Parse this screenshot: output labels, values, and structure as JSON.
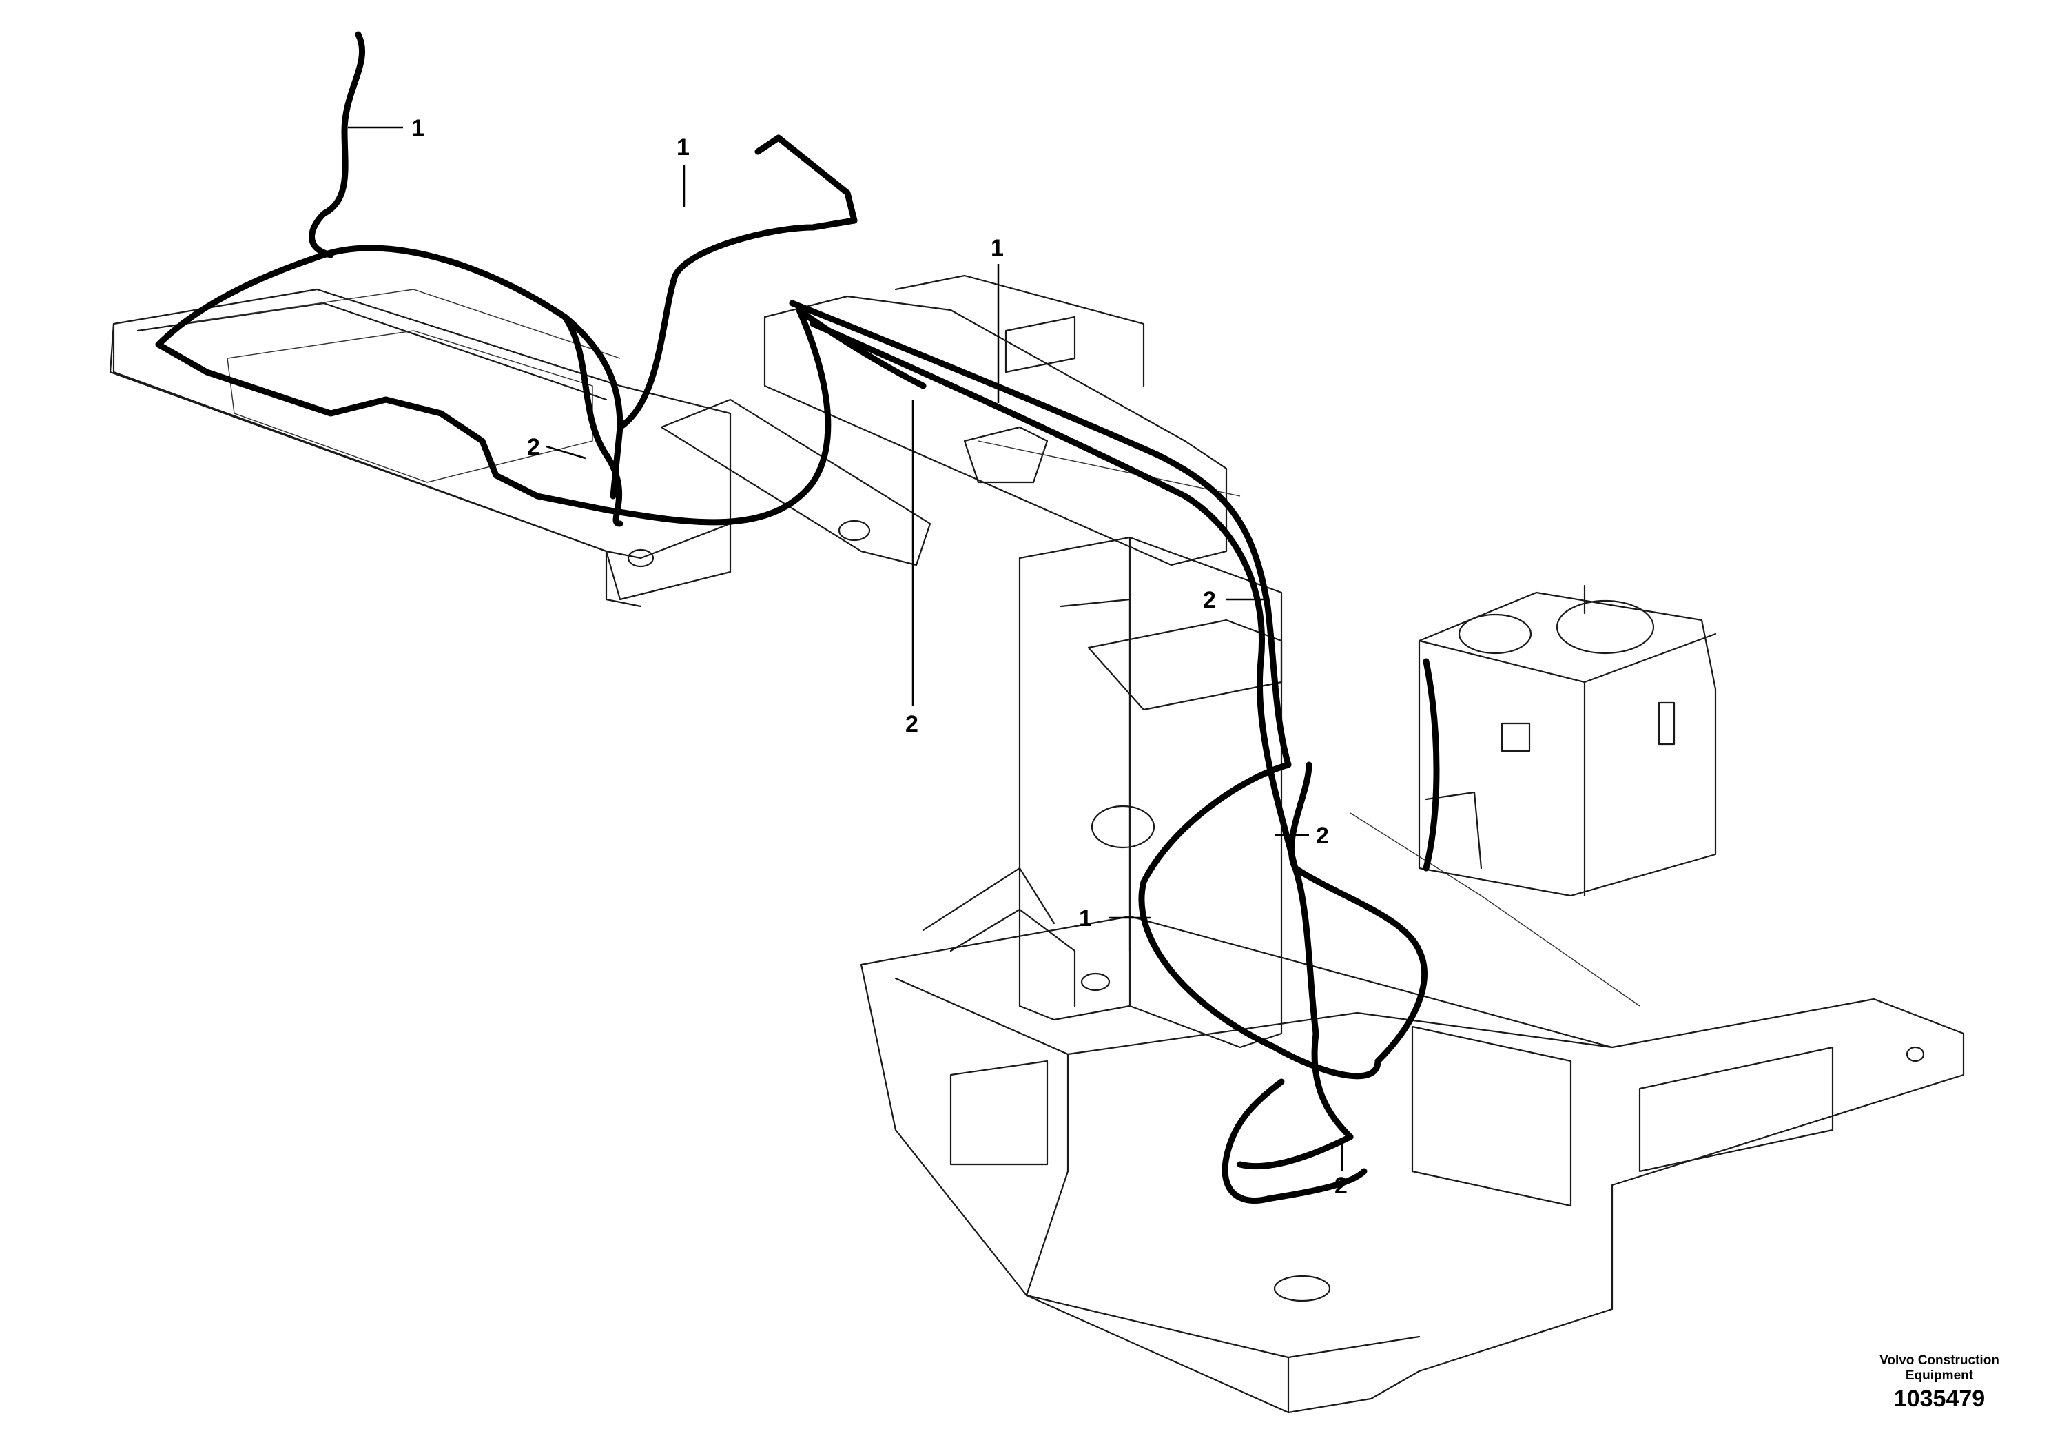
{
  "callouts": [
    {
      "label": "1"
    },
    {
      "label": "1"
    },
    {
      "label": "1"
    },
    {
      "label": "1"
    },
    {
      "label": "2"
    },
    {
      "label": "2"
    },
    {
      "label": "2"
    },
    {
      "label": "2"
    },
    {
      "label": "2"
    }
  ],
  "credit": {
    "company_line1": "Volvo Construction",
    "company_line2": "Equipment",
    "drawing_number": "1035479"
  }
}
